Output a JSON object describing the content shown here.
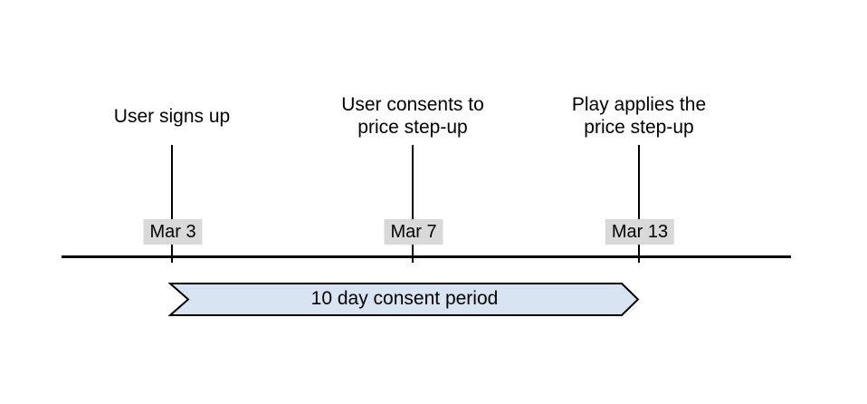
{
  "colors": {
    "background": "#ffffff",
    "line": "#000000",
    "text": "#000000",
    "date_badge_bg": "#d9d9d9",
    "banner_fill": "#d8e4f2",
    "banner_border": "#000000"
  },
  "timeline": {
    "events": [
      {
        "label": "User signs up",
        "date": "Mar 3"
      },
      {
        "label": "User consents to price step-up",
        "date": "Mar 7"
      },
      {
        "label": "Play applies the price step-up",
        "date": "Mar 13"
      }
    ],
    "consent_period": {
      "label": "10 day consent period"
    }
  }
}
